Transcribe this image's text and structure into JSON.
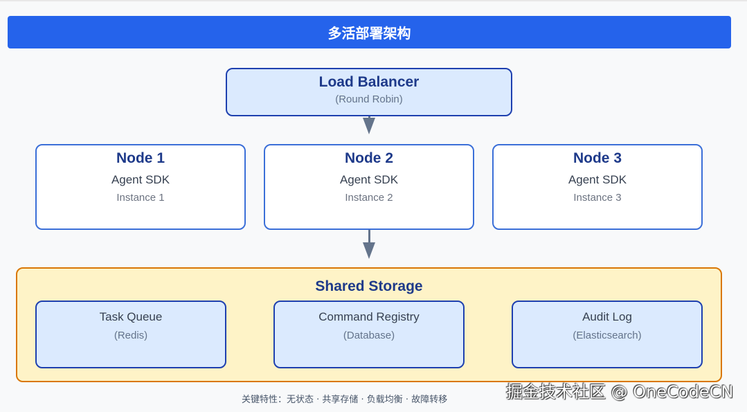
{
  "title": "多活部署架构",
  "load_balancer": {
    "title": "Load Balancer",
    "subtitle": "(Round Robin)"
  },
  "nodes": [
    {
      "title": "Node 1",
      "component": "Agent SDK",
      "instance": "Instance 1"
    },
    {
      "title": "Node 2",
      "component": "Agent SDK",
      "instance": "Instance 2"
    },
    {
      "title": "Node 3",
      "component": "Agent SDK",
      "instance": "Instance 3"
    }
  ],
  "shared_storage": {
    "title": "Shared Storage",
    "items": [
      {
        "name": "Task Queue",
        "detail": "(Redis)"
      },
      {
        "name": "Command Registry",
        "detail": "(Database)"
      },
      {
        "name": "Audit Log",
        "detail": "(Elasticsearch)"
      }
    ]
  },
  "footer": "关键特性：无状态 · 共享存储 · 负载均衡 · 故障转移",
  "watermark": "掘金技术社区 @ OneCodeCN",
  "colors": {
    "title_bar": "#2563eb",
    "primary_border": "#1e40af",
    "node_border": "#3b6fd8",
    "light_blue_fill": "#dbeafe",
    "storage_fill": "#fef3c7",
    "storage_border": "#d97706",
    "arrow": "#64748b"
  }
}
